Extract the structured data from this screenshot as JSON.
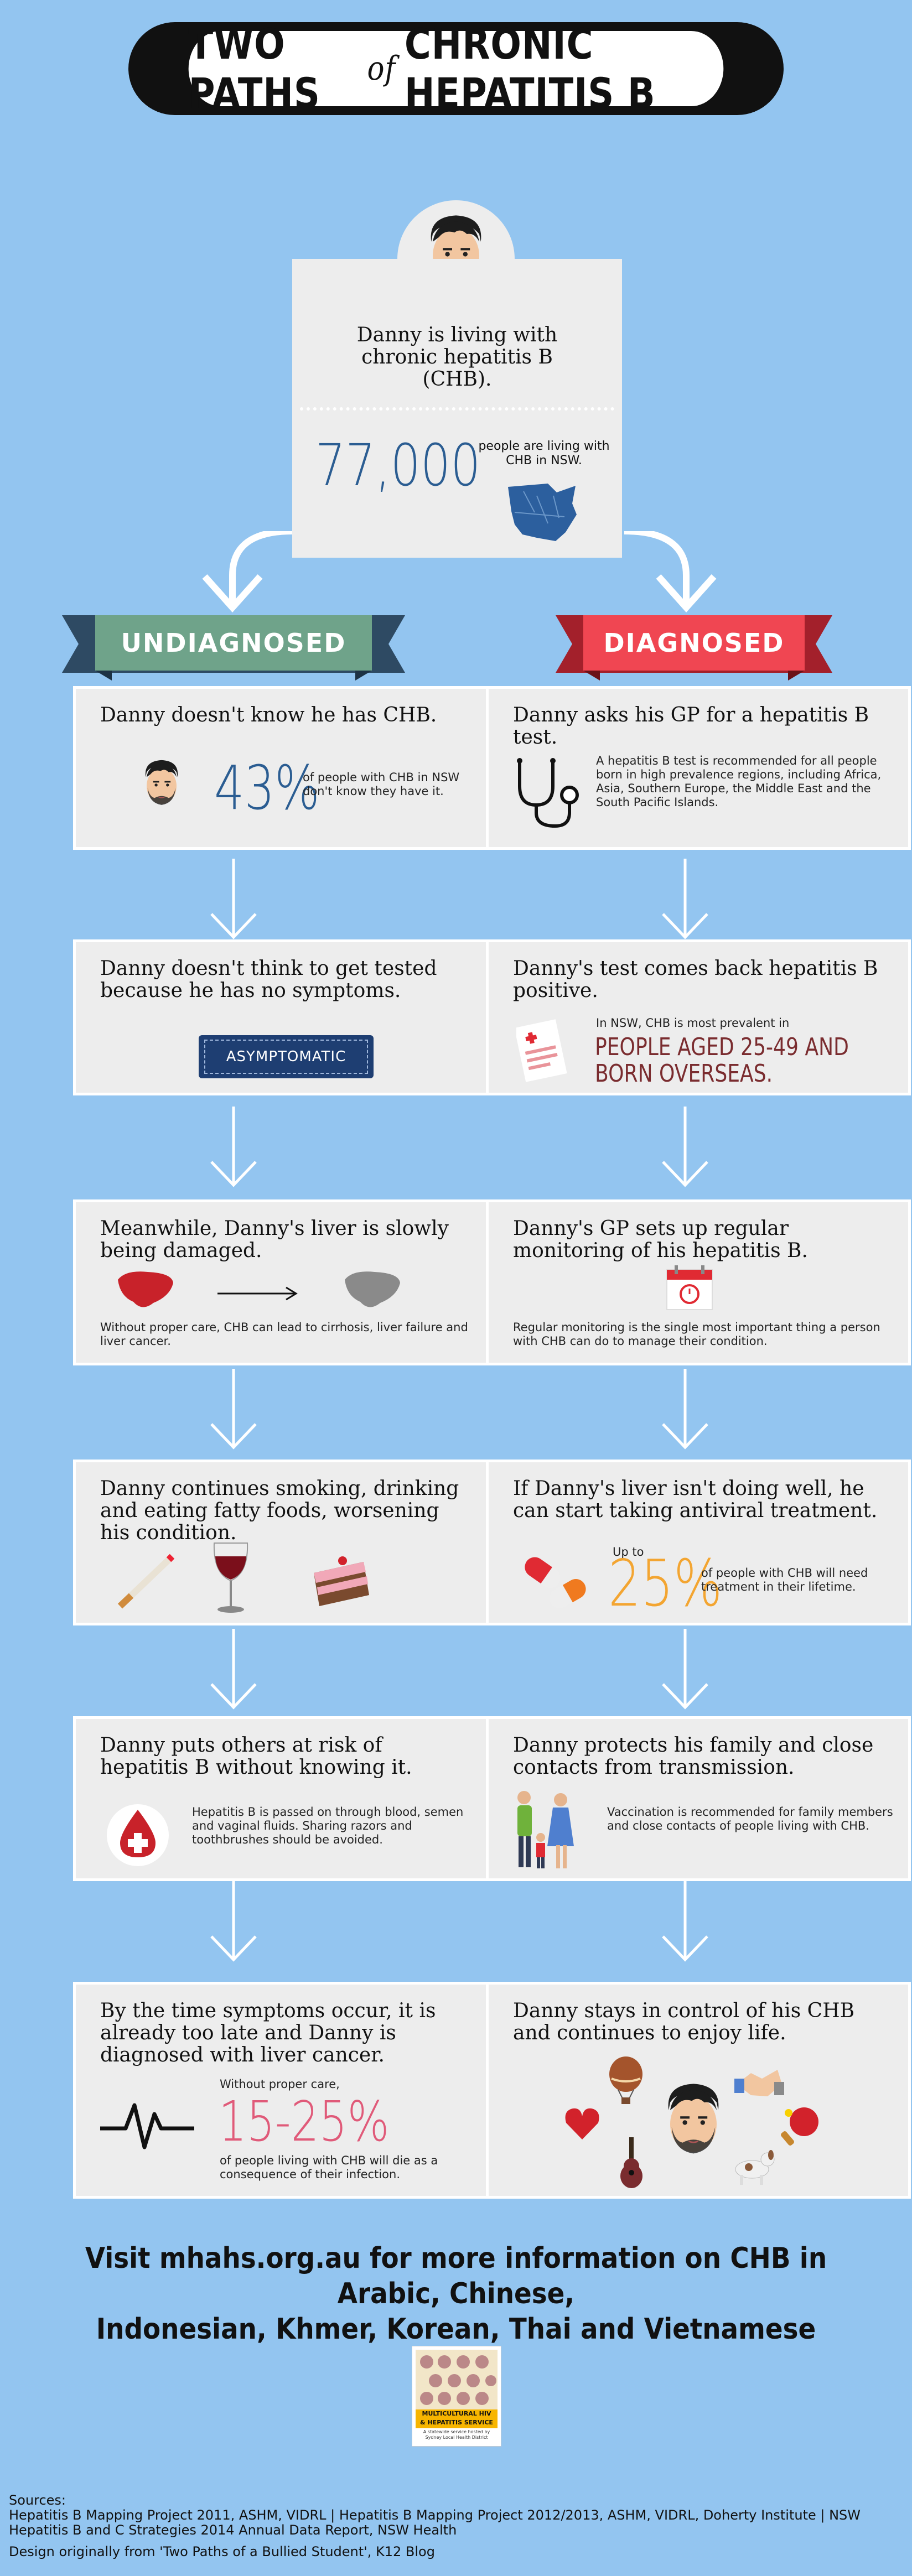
{
  "title": {
    "part1": "TWO PATHS",
    "of": "of",
    "part2": "CHRONIC HEPATITIS B"
  },
  "intro": {
    "text": "Danny is living with chronic hepatitis B (CHB).",
    "stat": "77,000",
    "stat_desc": "people are living with CHB in NSW."
  },
  "ribbons": {
    "left": "UNDIAGNOSED",
    "right": "DIAGNOSED"
  },
  "colors": {
    "background": "#93c5f0",
    "left_ribbon": "#6fa38a",
    "right_ribbon": "#f04652",
    "stat_blue": "#2b5d92",
    "stat_orange": "#f3a531",
    "stat_pink": "#e05a79",
    "stat_maroon": "#7a2c2f"
  },
  "left": {
    "p1": {
      "head": "Danny doesn't know he has CHB.",
      "stat": "43%",
      "desc": "of people with CHB in NSW don't know they have it."
    },
    "p2": {
      "head": "Danny doesn't think to get tested because he has no symptoms.",
      "ticket": "ASYMPTOMATIC"
    },
    "p3": {
      "head": "Meanwhile, Danny's liver is slowly being damaged.",
      "desc": "Without proper care, CHB can lead to cirrhosis, liver failure and liver cancer."
    },
    "p4": {
      "head": "Danny continues smoking, drinking and eating fatty foods, worsening his condition."
    },
    "p5": {
      "head": "Danny puts others at risk of hepatitis B without knowing it.",
      "desc": "Hepatitis B is passed on through blood, semen and vaginal fluids. Sharing razors and toothbrushes should be avoided."
    },
    "p6": {
      "head": "By the time symptoms occur, it is already too late and Danny is diagnosed with liver cancer.",
      "pre": "Without proper care,",
      "stat": "15-25%",
      "desc": "of people living with CHB will die as a consequence of their infection."
    }
  },
  "right": {
    "p1": {
      "head": "Danny asks his GP for a hepatitis B test.",
      "desc": "A hepatitis B test is recommended for all people born in high prevalence regions, including Africa, Asia, Southern Europe, the Middle East and the South Pacific Islands."
    },
    "p2": {
      "head": "Danny's test comes back hepatitis B positive.",
      "pre": "In NSW, CHB is most prevalent in",
      "stat": "PEOPLE AGED 25-49 AND BORN OVERSEAS."
    },
    "p3": {
      "head": "Danny's GP sets up regular monitoring of his hepatitis B.",
      "desc": "Regular monitoring is the single most important thing a person with CHB can do to manage their condition."
    },
    "p4": {
      "head": "If Danny's liver isn't doing well, he can start taking antiviral treatment.",
      "pre": "Up to",
      "stat": "25%",
      "desc": "of people with CHB will need treatment in their lifetime."
    },
    "p5": {
      "head": "Danny protects his family and close contacts from transmission.",
      "desc": "Vaccination is recommended for family members and close contacts of people living with CHB."
    },
    "p6": {
      "head": "Danny stays in control of his CHB and continues to enjoy life."
    }
  },
  "visit": {
    "line1": "Visit mhahs.org.au for more information on CHB in Arabic, Chinese,",
    "line2": "Indonesian, Khmer, Korean, Thai and Vietnamese"
  },
  "logo": {
    "line1": "MULTICULTURAL HIV",
    "line2": "& HEPATITIS SERVICE",
    "line3": "A statewide service hosted by Sydney Local Health District"
  },
  "sources": {
    "label": "Sources:",
    "line1": "Hepatitis B Mapping Project 2011, ASHM, VIDRL | Hepatitis B Mapping Project 2012/2013, ASHM, VIDRL, Doherty Institute | NSW",
    "line2": "Hepatitis B and C Strategies 2014 Annual Data Report, NSW Health",
    "credit": "Design originally from 'Two Paths of a Bullied Student', K12 Blog"
  }
}
